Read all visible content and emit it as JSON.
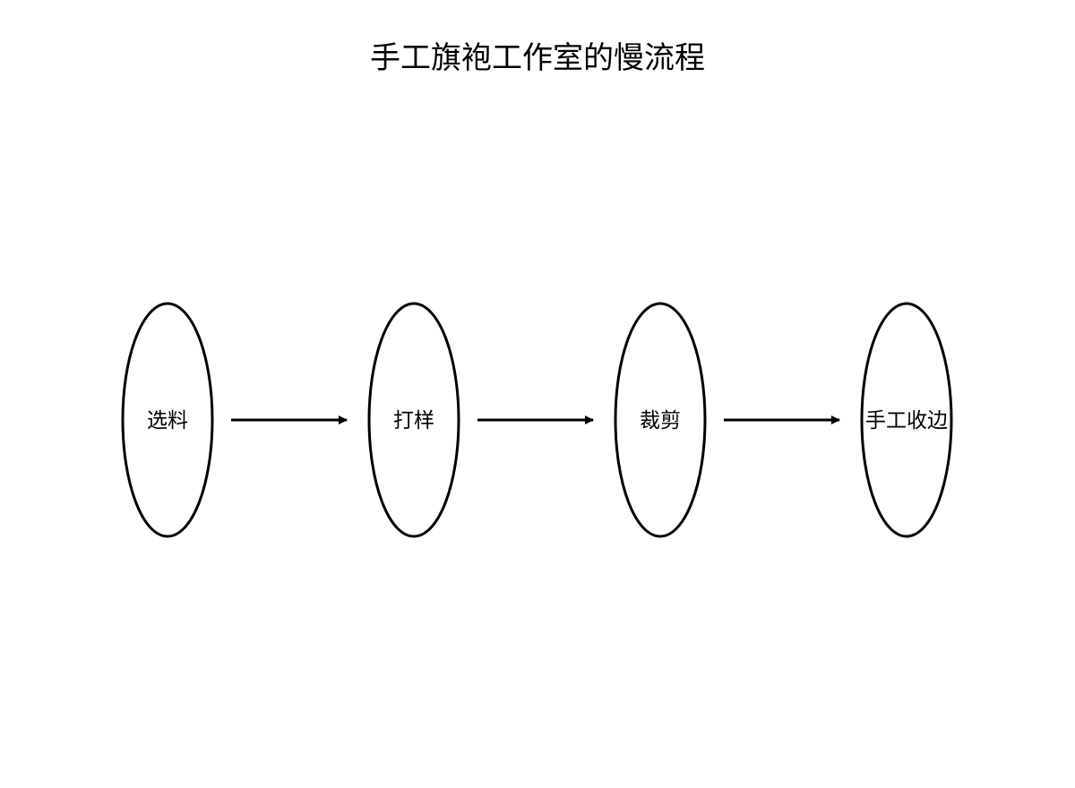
{
  "title": "手工旗袍工作室的慢流程",
  "nodes": [
    {
      "id": "n1",
      "label": "选料"
    },
    {
      "id": "n2",
      "label": "打样"
    },
    {
      "id": "n3",
      "label": "裁剪"
    },
    {
      "id": "n4",
      "label": "手工收边"
    }
  ],
  "edges": [
    {
      "from": "n1",
      "to": "n2"
    },
    {
      "from": "n2",
      "to": "n3"
    },
    {
      "from": "n3",
      "to": "n4"
    }
  ],
  "colors": {
    "stroke": "#000000",
    "background": "#ffffff",
    "text": "#000000"
  }
}
